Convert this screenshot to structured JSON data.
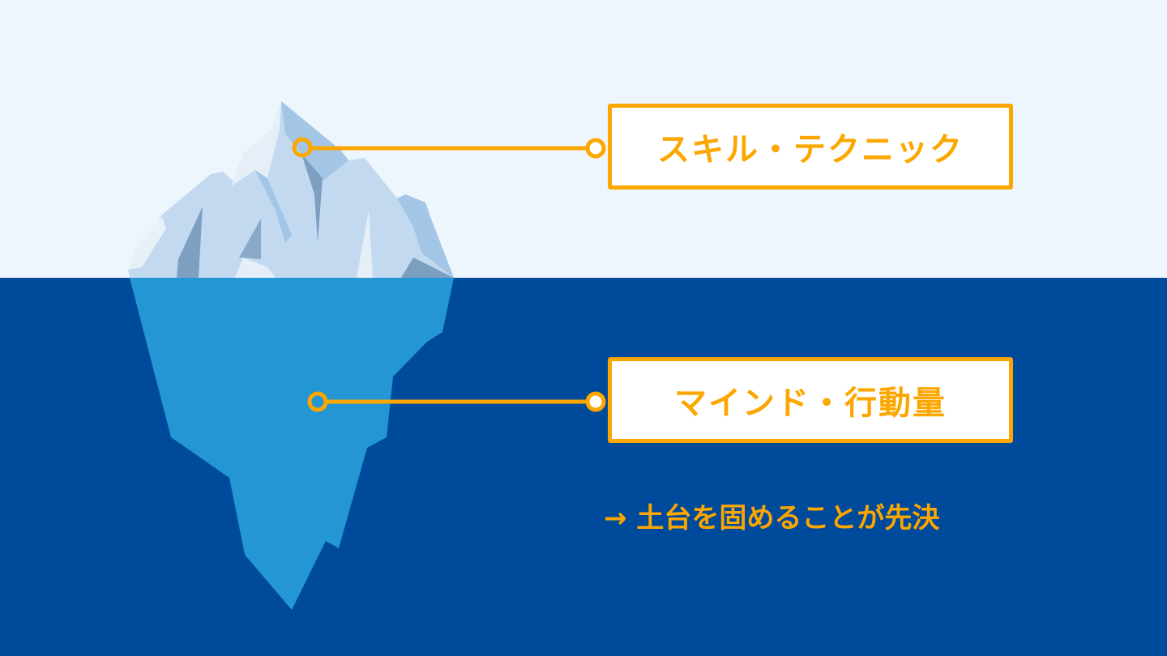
{
  "labels": {
    "top": "スキル・テクニック",
    "bottom": "マインド・行動量"
  },
  "conclusion": "→ 土台を固めることが先決",
  "colors": {
    "sky": "#eef6fd",
    "sea": "#004a9c",
    "accent": "#fca600",
    "underwater_ice": "#2396d3"
  }
}
